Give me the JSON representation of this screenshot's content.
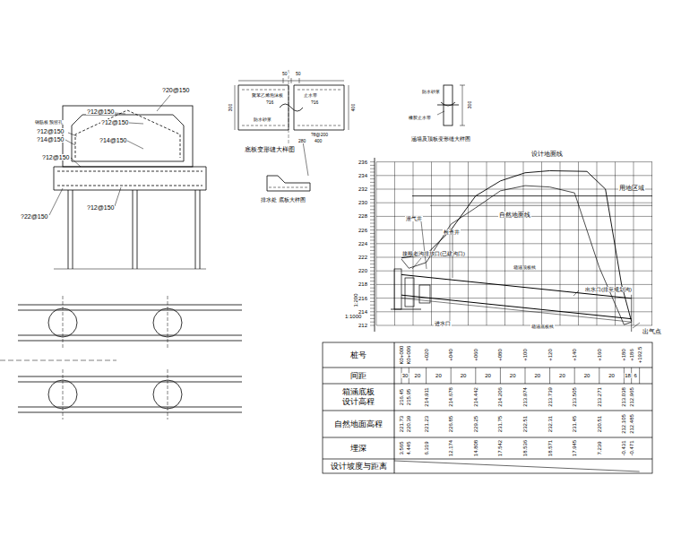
{
  "diagram": {
    "labels": [
      "?12@150",
      "?20@150",
      "钢筋板 预留孔",
      "?12@150",
      "?14@150",
      "?12@150",
      "?14@150",
      "?12@150",
      "?12@150",
      "?22@150",
      "底板变形缝大样图",
      "聚苯乙烯泡沫板",
      "防水砂浆",
      "止水带",
      "50",
      "50",
      "300",
      "400",
      "?16",
      "?16",
      "?8@200",
      "280",
      "400",
      "排水处 底板大样图",
      "涵墙及顶板变形缝大样图",
      "橡胶止水带",
      "300",
      "防水砂浆",
      "236",
      "234",
      "232",
      "230",
      "228",
      "226",
      "224",
      "222",
      "220",
      "218",
      "216",
      "214",
      "212",
      "1:200",
      "1:1000",
      "设计地面线",
      "自然地面线",
      "用地区域",
      "泄气井",
      "检查井",
      "接顺老沟排放口(已建沟口)",
      "箱涵顶板线",
      "出水口(排至规划沟)",
      "进水口",
      "箱涵底板线",
      "出气点",
      "桩号",
      "间距",
      "箱涵底板 设计高程",
      "自然地面高程",
      "埋深",
      "设计坡度与距离",
      "K0+000",
      "K0+006",
      "+020",
      "+040",
      "+060",
      "+080",
      "+100",
      "+120",
      "+140",
      "+160",
      "+180",
      "+186",
      "+192.5",
      "30",
      "20",
      "20",
      "20",
      "20",
      "20",
      "20",
      "20",
      "20",
      "20",
      "18",
      "6",
      "216.45",
      "215.95",
      "214.911",
      "214.678",
      "214.442",
      "214.206",
      "213.974",
      "213.739",
      "213.505",
      "213.271",
      "213.038",
      "212.965",
      "221.73",
      "220.39",
      "221.23",
      "226.85",
      "229.25",
      "231.75",
      "232.51",
      "232.31",
      "231.45",
      "220.51",
      "212.105",
      "212.485",
      "3.565",
      "4.445",
      "6.319",
      "12.174",
      "14.808",
      "17.542",
      "18.536",
      "18.571",
      "17.945",
      "7.239",
      "-0.431",
      "-0.471"
    ]
  }
}
